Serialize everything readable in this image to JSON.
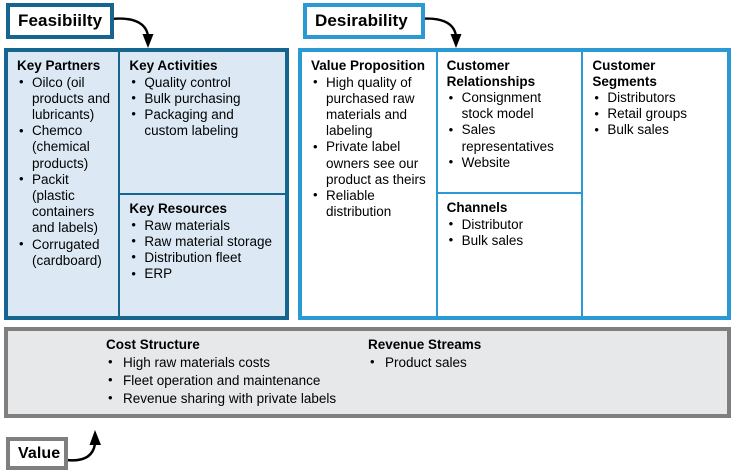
{
  "tags": {
    "feasibility": "Feasibiilty",
    "desirability": "Desirability",
    "value": "Value"
  },
  "colors": {
    "feasibility_border": "#15658f",
    "desirability_border": "#2b9ad4",
    "value_border": "#7f7f7f",
    "feasibility_fill": "#dce9f4",
    "desirability_fill": "#ffffff",
    "bottom_fill": "#e7e8ea"
  },
  "blocks": {
    "key_partners": {
      "title": "Key Partners",
      "items": [
        "Oilco (oil products and lubricants)",
        "Chemco (chemical products)",
        "Packit (plastic containers and labels)",
        "Corrugated (cardboard)"
      ]
    },
    "key_activities": {
      "title": "Key Activities",
      "items": [
        "Quality control",
        "Bulk purchasing",
        "Packaging and custom labeling"
      ]
    },
    "key_resources": {
      "title": "Key Resources",
      "items": [
        "Raw materials",
        "Raw material storage",
        "Distribution fleet",
        "ERP"
      ]
    },
    "value_proposition": {
      "title": "Value Proposition",
      "items": [
        "High quality of purchased raw materials and labeling",
        "Private label owners see our product as theirs",
        "Reliable distribution"
      ]
    },
    "customer_relationships": {
      "title": "Customer Relationships",
      "items": [
        "Consignment stock model",
        "Sales representatives",
        "Website"
      ]
    },
    "channels": {
      "title": "Channels",
      "items": [
        "Distributor",
        "Bulk sales"
      ]
    },
    "customer_segments": {
      "title": "Customer Segments",
      "items": [
        "Distributors",
        "Retail groups",
        "Bulk sales"
      ]
    },
    "cost_structure": {
      "title": "Cost Structure",
      "items": [
        "High raw materials costs",
        "Fleet operation and maintenance",
        "Revenue sharing with private labels"
      ]
    },
    "revenue_streams": {
      "title": "Revenue Streams",
      "items": [
        "Product sales"
      ]
    }
  }
}
